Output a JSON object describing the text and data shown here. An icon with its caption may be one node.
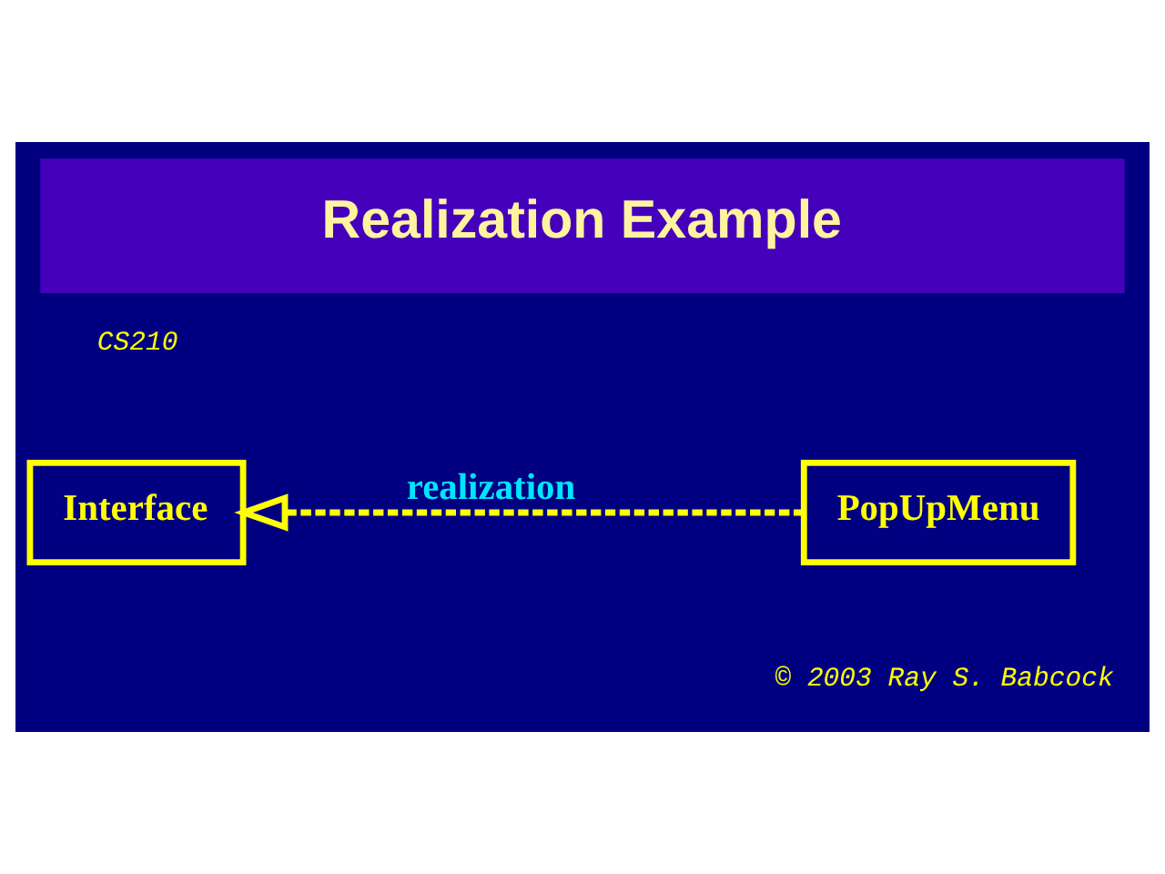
{
  "diagram": {
    "title": "Realization Example",
    "nodes": [
      {
        "text": [
          "Interface"
        ]
      },
      {
        "text": [
          "PopUpMenu"
        ]
      }
    ],
    "edges": [
      {
        "from": 1,
        "to": 0,
        "arrow": "to",
        "label": "realization",
        "style": "dashed"
      }
    ],
    "labels": [
      "CS210",
      "© 2003 Ray S. Babcock"
    ]
  }
}
